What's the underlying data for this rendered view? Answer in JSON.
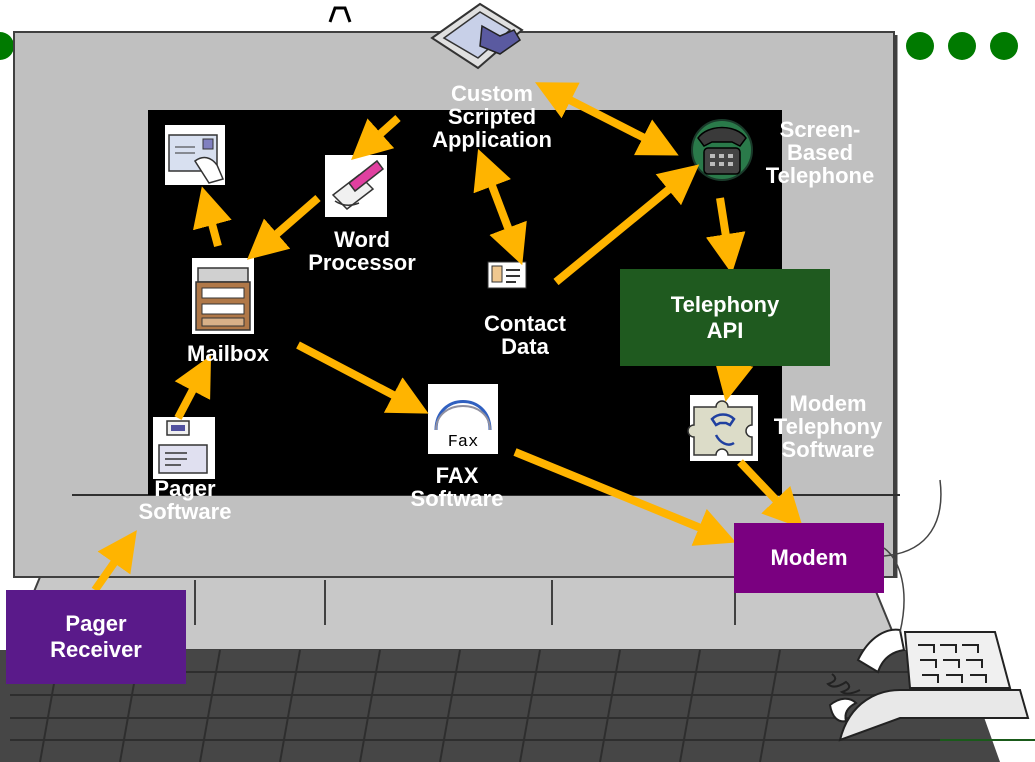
{
  "nodes": {
    "custom_app": {
      "lines": [
        "Custom",
        "Scripted",
        "Application"
      ]
    },
    "screen_phone": {
      "lines": [
        "Screen-",
        "Based",
        "Telephone"
      ]
    },
    "word_processor": {
      "lines": [
        "Word",
        "Processor"
      ]
    },
    "mailbox": {
      "lines": [
        "Mailbox"
      ]
    },
    "contact_data": {
      "lines": [
        "Contact",
        "Data"
      ]
    },
    "telephony_api": {
      "lines": [
        "Telephony",
        "API"
      ]
    },
    "modem_software": {
      "lines": [
        "Modem",
        "Telephony",
        "Software"
      ]
    },
    "fax_software": {
      "lines": [
        "FAX",
        "Software"
      ]
    },
    "fax_icon_text": "Fax",
    "pager_software": {
      "lines": [
        "Pager",
        "Software"
      ]
    },
    "modem": {
      "lines": [
        "Modem"
      ]
    },
    "pager_receiver": {
      "lines": [
        "Pager",
        "Receiver"
      ]
    }
  },
  "colors": {
    "monitor": "#c0c0c0",
    "screen": "#000000",
    "arrow": "#ffb400",
    "telephony_api_box": "#1f5a1f",
    "modem_box": "#7a0080",
    "pager_box": "#5a1a8a",
    "keyboard": "#464646",
    "dots": "#007a00"
  }
}
